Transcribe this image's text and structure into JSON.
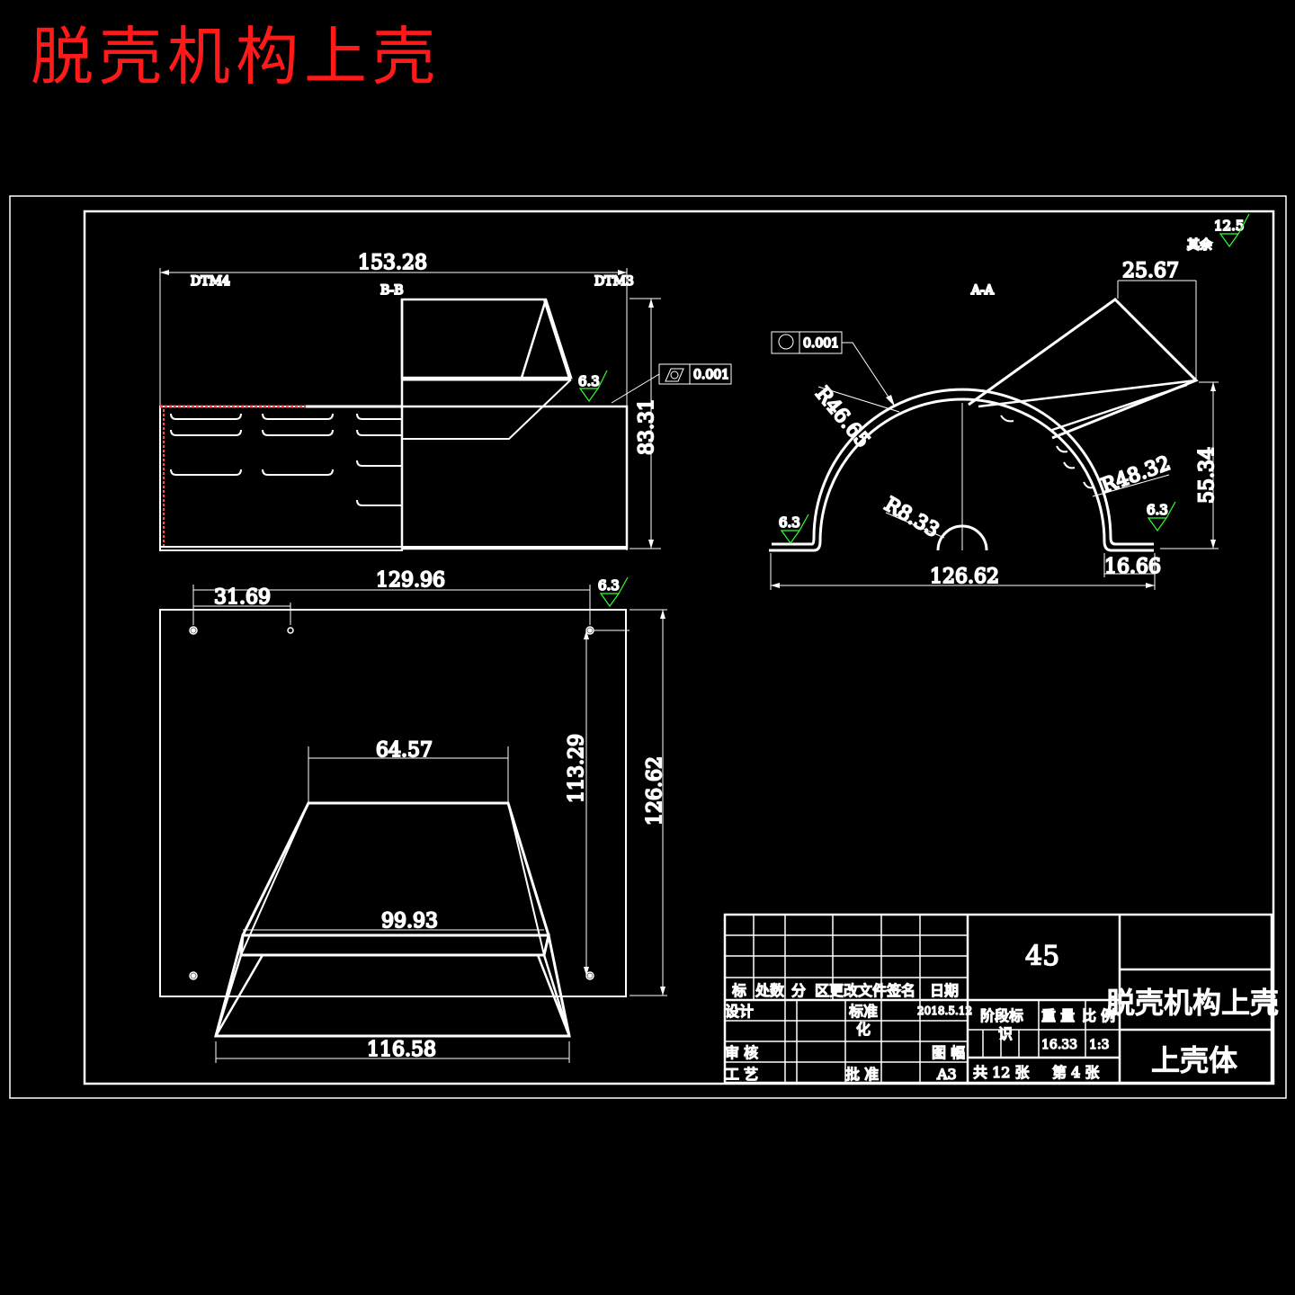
{
  "title": "脱壳机构上壳",
  "views": {
    "bb": {
      "label": "B-B",
      "datum_left": "DTM4",
      "datum_right": "DTM3",
      "width": "153.28",
      "height": "83.31",
      "roughness": "6.3",
      "tolerance": "0.001"
    },
    "aa": {
      "label": "A-A",
      "top_width": "25.67",
      "radius_outer": "R46.65",
      "radius_right": "R48.32",
      "radius_small": "R8.33",
      "height": "55.34",
      "base_width": "126.62",
      "flange": "16.66",
      "roughness_left": "6.3",
      "roughness_right": "6.3",
      "tolerance": "0.001"
    },
    "plan": {
      "width": "129.96",
      "hole_offset": "31.69",
      "top_width": "64.57",
      "mid_width": "99.93",
      "bottom_width": "116.58",
      "hole_span": "113.29",
      "height": "126.62",
      "roughness": "6.3"
    }
  },
  "surface_note": {
    "value": "12.5",
    "label": "其余"
  },
  "title_block": {
    "material": "45",
    "part_name": "脱壳机构上壳",
    "drawing_name": "上壳体",
    "revision_headers": [
      "标",
      "处数",
      "分",
      "区",
      "更改文件",
      "签名",
      "日期"
    ],
    "design": "设计",
    "standardization": "标准",
    "standardization_2": "化",
    "date": "2018.5.12",
    "stage_mark": "阶段标",
    "stage_mark_2": "识",
    "weight": "重 量",
    "scale": "比 例",
    "weight_value": "16.33",
    "scale_value": "1:3",
    "review": "审 核",
    "sheet_size_label": "图 幅",
    "process": "工 艺",
    "approval": "批 准",
    "sheet_size": "A3",
    "total_sheets": "共 12 张",
    "sheet_no": "第 4 张"
  }
}
